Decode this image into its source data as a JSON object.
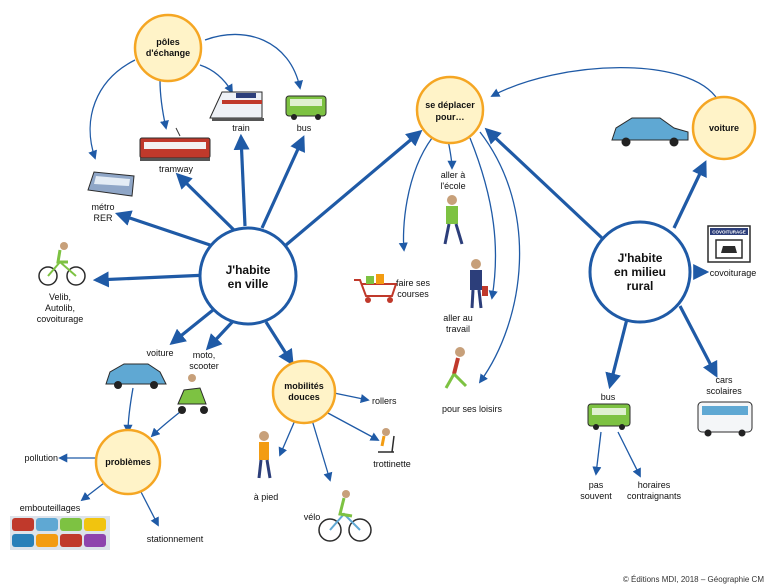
{
  "hubs": {
    "city_line1": "J'habite",
    "city_line2": "en ville",
    "rural_line1": "J'habite",
    "rural_line2": "en milieu",
    "rural_line3": "rural"
  },
  "subhubs": {
    "poles_line1": "pôles",
    "poles_line2": "d'échange",
    "problemes": "problèmes",
    "mobilites_line1": "mobilités",
    "mobilites_line2": "douces",
    "deplacer_line1": "se déplacer",
    "deplacer_line2": "pour…",
    "voiture": "voiture"
  },
  "labels": {
    "train": "train",
    "bus": "bus",
    "tramway": "tramway",
    "metro_line1": "métro",
    "metro_line2": "RER",
    "velib_line1": "Velib,",
    "velib_line2": "Autolib,",
    "velib_line3": "covoiturage",
    "voiture_city": "voiture",
    "moto_line1": "moto,",
    "moto_line2": "scooter",
    "pollution": "pollution",
    "embouteillages": "embouteillages",
    "stationnement": "stationnement",
    "rollers": "rollers",
    "trottinette": "trottinette",
    "a_pied": "à pied",
    "velo": "vélo",
    "ecole_line1": "aller à",
    "ecole_line2": "l'école",
    "courses_line1": "faire ses",
    "courses_line2": "courses",
    "travail_line1": "aller au",
    "travail_line2": "travail",
    "loisirs": "pour ses loisirs",
    "covoiturage": "covoiturage",
    "covoit_sign": "COVOITURAGE",
    "rural_bus": "bus",
    "cars_line1": "cars",
    "cars_line2": "scolaires",
    "pas_line1": "pas",
    "pas_line2": "souvent",
    "horaires_line1": "horaires",
    "horaires_line2": "contraignants"
  },
  "credit": "© Éditions MDI, 2018 – Géographie CM",
  "colors": {
    "arrow": "#1f5aa6",
    "hub_ring": "#1f5aa6",
    "subhub_fill": "#fff3c8",
    "subhub_ring": "#f5a623"
  }
}
